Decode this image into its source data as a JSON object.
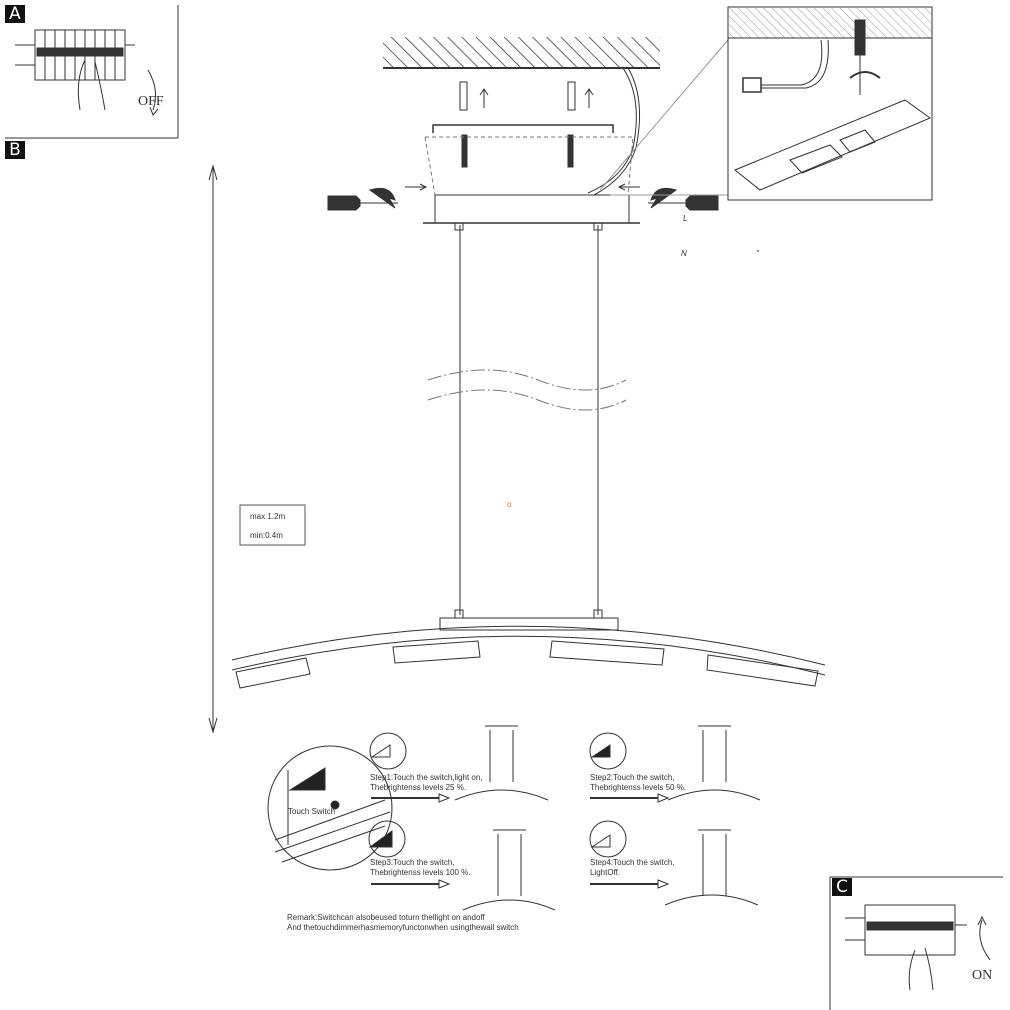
{
  "panels": {
    "a": {
      "label": "A",
      "state": "OFF"
    },
    "b": {
      "label": "B"
    },
    "c": {
      "label": "C",
      "state": "ON"
    }
  },
  "wiring": {
    "live": "L",
    "neutral": "N",
    "earth": "″"
  },
  "height": {
    "max": "max 1.2m",
    "min": "min:0.4m"
  },
  "touch_switch_label": "Touch Switch",
  "steps": [
    {
      "line1": "Step1:Touch the switch,light on,",
      "line2": "Thebrightenss levels 25 %."
    },
    {
      "line1": "Step2:Touch the switch,",
      "line2": "Thebrightenss levels 50 %."
    },
    {
      "line1": "Step3:Touch the switch,",
      "line2": "Thebrightenss levels 100 %."
    },
    {
      "line1": "Step4:Touch the switch,",
      "line2": "LightOff."
    }
  ],
  "remark": {
    "line1": "Remark:Switchcan alsobeused toturn thellight on andoff",
    "line2": "And thetouchdimmerhasmemoryfunctonwhen usingthewall switch"
  },
  "marker": "o"
}
